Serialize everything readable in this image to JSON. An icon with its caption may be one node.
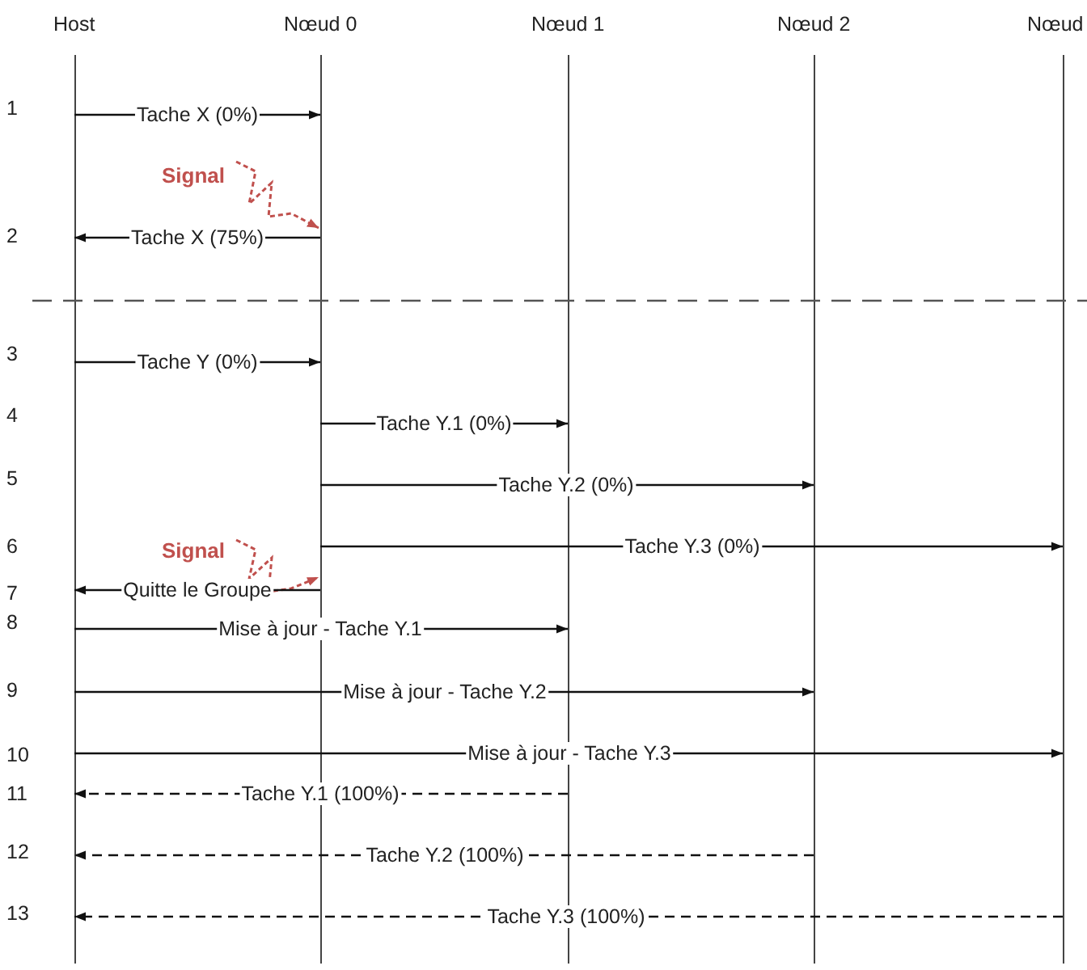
{
  "diagram": {
    "nodes": [
      {
        "text": [
          "Host"
        ]
      },
      {
        "text": [
          "Nœud 0"
        ]
      },
      {
        "text": [
          "Nœud 1"
        ]
      },
      {
        "text": [
          "Nœud 2"
        ]
      },
      {
        "text": [
          "Nœud"
        ]
      },
      {
        "text": [
          "Signal"
        ]
      },
      {
        "text": [
          "Signal"
        ]
      }
    ],
    "edges": [
      {
        "from": 0,
        "to": 1,
        "arrow": "to",
        "label": "Tache X (0%)"
      },
      {
        "from": 5,
        "to": 1,
        "arrow": "to",
        "style": "dashed",
        "color": "#c0504d"
      },
      {
        "from": 1,
        "to": 0,
        "arrow": "to",
        "label": "Tache X (75%)"
      },
      {
        "from": 0,
        "to": 1,
        "arrow": "to",
        "label": "Tache Y (0%)"
      },
      {
        "from": 1,
        "to": 2,
        "arrow": "to",
        "label": "Tache Y.1 (0%)"
      },
      {
        "from": 1,
        "to": 3,
        "arrow": "to",
        "label": "Tache Y.2 (0%)"
      },
      {
        "from": 1,
        "to": 4,
        "arrow": "to",
        "label": "Tache Y.3 (0%)"
      },
      {
        "from": 6,
        "to": 1,
        "arrow": "to",
        "style": "dashed",
        "color": "#c0504d"
      },
      {
        "from": 1,
        "to": 0,
        "arrow": "to",
        "label": "Quitte le Groupe"
      },
      {
        "from": 0,
        "to": 2,
        "arrow": "to",
        "label": "Mise à jour - Tache Y.1"
      },
      {
        "from": 0,
        "to": 3,
        "arrow": "to",
        "label": "Mise à jour - Tache Y.2"
      },
      {
        "from": 0,
        "to": 4,
        "arrow": "to",
        "label": "Mise à jour - Tache Y.3"
      },
      {
        "from": 2,
        "to": 0,
        "arrow": "to",
        "label": "Tache Y.1 (100%)",
        "style": "dashed"
      },
      {
        "from": 3,
        "to": 0,
        "arrow": "to",
        "label": "Tache Y.2 (100%)",
        "style": "dashed"
      },
      {
        "from": 4,
        "to": 0,
        "arrow": "to",
        "label": "Tache Y.3 (100%)",
        "style": "dashed"
      }
    ],
    "labels": [
      "1",
      "2",
      "3",
      "4",
      "5",
      "6",
      "7",
      "8",
      "9",
      "10",
      "11",
      "12",
      "13"
    ]
  }
}
